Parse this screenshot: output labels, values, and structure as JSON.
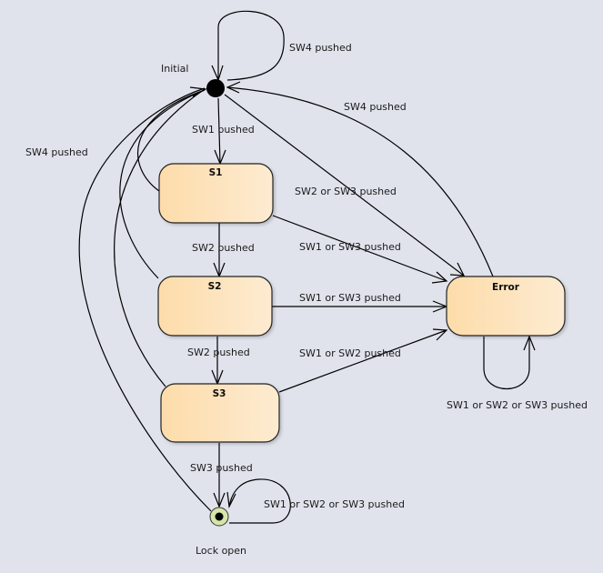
{
  "diagram": {
    "type": "state-machine",
    "colors": {
      "background": "#e0e3ec",
      "state_fill_start": "#fddcaa",
      "state_fill_end": "#fdebd1",
      "final_ring": "#d4e6a8",
      "stroke": "#000000"
    },
    "nodes": {
      "initial": {
        "label": "Initial",
        "kind": "initial-pseudostate"
      },
      "s1": {
        "label": "S1",
        "kind": "state"
      },
      "s2": {
        "label": "S2",
        "kind": "state"
      },
      "s3": {
        "label": "S3",
        "kind": "state"
      },
      "error": {
        "label": "Error",
        "kind": "state"
      },
      "lock_open": {
        "label": "Lock open",
        "kind": "final-state"
      }
    },
    "transitions": {
      "initial_self": {
        "from": "Initial",
        "to": "Initial",
        "label": "SW4 pushed"
      },
      "initial_s1": {
        "from": "Initial",
        "to": "S1",
        "label": "SW1 pushed"
      },
      "s1_s2": {
        "from": "S1",
        "to": "S2",
        "label": "SW2 pushed"
      },
      "s2_s3": {
        "from": "S2",
        "to": "S3",
        "label": "SW2 pushed"
      },
      "s3_lock": {
        "from": "S3",
        "to": "Lock open",
        "label": "SW3 pushed"
      },
      "lock_self": {
        "from": "Lock open",
        "to": "Lock open",
        "label": "SW1 or SW2 or SW3 pushed"
      },
      "initial_error": {
        "from": "Initial",
        "to": "Error",
        "label": "SW2 or SW3 pushed"
      },
      "s1_error": {
        "from": "S1",
        "to": "Error",
        "label": "SW1 or SW3 pushed"
      },
      "s2_error": {
        "from": "S2",
        "to": "Error",
        "label": "SW1 or SW3 pushed"
      },
      "s3_error": {
        "from": "S3",
        "to": "Error",
        "label": "SW1 or SW2 pushed"
      },
      "error_self": {
        "from": "Error",
        "to": "Error",
        "label": "SW1 or SW2 or SW3 pushed"
      },
      "error_initial": {
        "from": "Error",
        "to": "Initial",
        "label": "SW4 pushed"
      },
      "reset_to_initial": {
        "from": "S1, S2, S3, Lock open",
        "to": "Initial",
        "label": "SW4 pushed"
      }
    }
  }
}
